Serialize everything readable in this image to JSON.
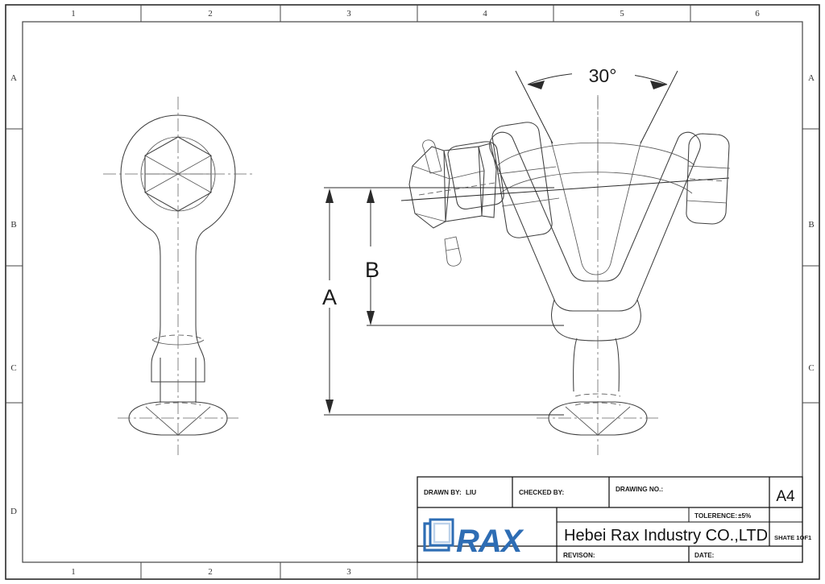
{
  "document": {
    "type": "engineering-drawing",
    "sheet_size": "A4",
    "background": "#ffffff",
    "line_color": "#3f3f3f",
    "brand_color": "#2E6DB4"
  },
  "frame": {
    "top_zones": [
      "1",
      "2",
      "3",
      "4",
      "5",
      "6"
    ],
    "bottom_zones": [
      "1",
      "2",
      "3"
    ],
    "left_zones": [
      "A",
      "B",
      "C",
      "D"
    ],
    "right_zones": [
      "A",
      "B",
      "C"
    ]
  },
  "annotations": {
    "angle": "30°",
    "dimension_a": "A",
    "dimension_b": "B"
  },
  "title_block": {
    "drawn_by_label": "DRAWN BY:",
    "drawn_by_value": "LIU",
    "checked_by_label": "CHECKED BY:",
    "checked_by_value": "",
    "drawing_no_label": "DRAWING NO.:",
    "drawing_no_value": "",
    "sheet_format": "A4",
    "tolerance_label": "TOLERENCE:",
    "tolerance_value": "±5%",
    "company": "Hebei Rax Industry CO.,LTD",
    "sheet_count": "SHATE 1OF1",
    "revision_label": "REVISON:",
    "revision_value": "",
    "date_label": "DATE:",
    "date_value": "",
    "logo_text": "RAX"
  }
}
